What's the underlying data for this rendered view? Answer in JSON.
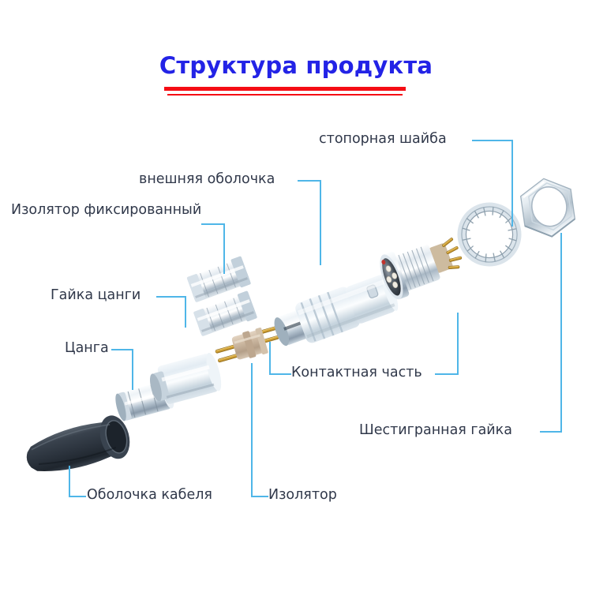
{
  "header": {
    "title": "Структура продукта",
    "title_color": "#2323e6",
    "underline_color": "#f50d14"
  },
  "theme": {
    "background": "#ffffff",
    "label_color": "#30384a",
    "leader_color": "#4fb6e8",
    "metal_light": "#e9eff4",
    "metal_mid": "#b9c6d1",
    "metal_dark": "#7d8b99",
    "boot_black": "#2f3742",
    "insulator_tan": "#c9b49c",
    "pin_gold": "#d4a439",
    "body_blue_white": "#dfe8ef"
  },
  "diagram": {
    "type": "exploded-view",
    "product": "circular push-pull connector",
    "callouts": [
      {
        "id": "outer-shell",
        "label": "внешняя оболочка",
        "part": "metal-sleeve-upper"
      },
      {
        "id": "fixed-insulator",
        "label": "Изолятор фиксированный",
        "part": "metal-sleeve-lower"
      },
      {
        "id": "collet-nut",
        "label": "Гайка цанги",
        "part": "clamp-nut"
      },
      {
        "id": "collet",
        "label": "Цанга",
        "part": "chrome-collet"
      },
      {
        "id": "cable-boot",
        "label": "Оболочка кабеля",
        "part": "black-cone-boot"
      },
      {
        "id": "insulator",
        "label": "Изолятор",
        "part": "tan-pin-insulator"
      },
      {
        "id": "contact-part",
        "label": "Контактная часть",
        "part": "ribbed-connector-body"
      },
      {
        "id": "lock-washer",
        "label": "стопорная шайба",
        "part": "toothed-washer"
      },
      {
        "id": "hex-nut",
        "label": "Шестигранная гайка",
        "part": "hex-nut"
      }
    ]
  }
}
